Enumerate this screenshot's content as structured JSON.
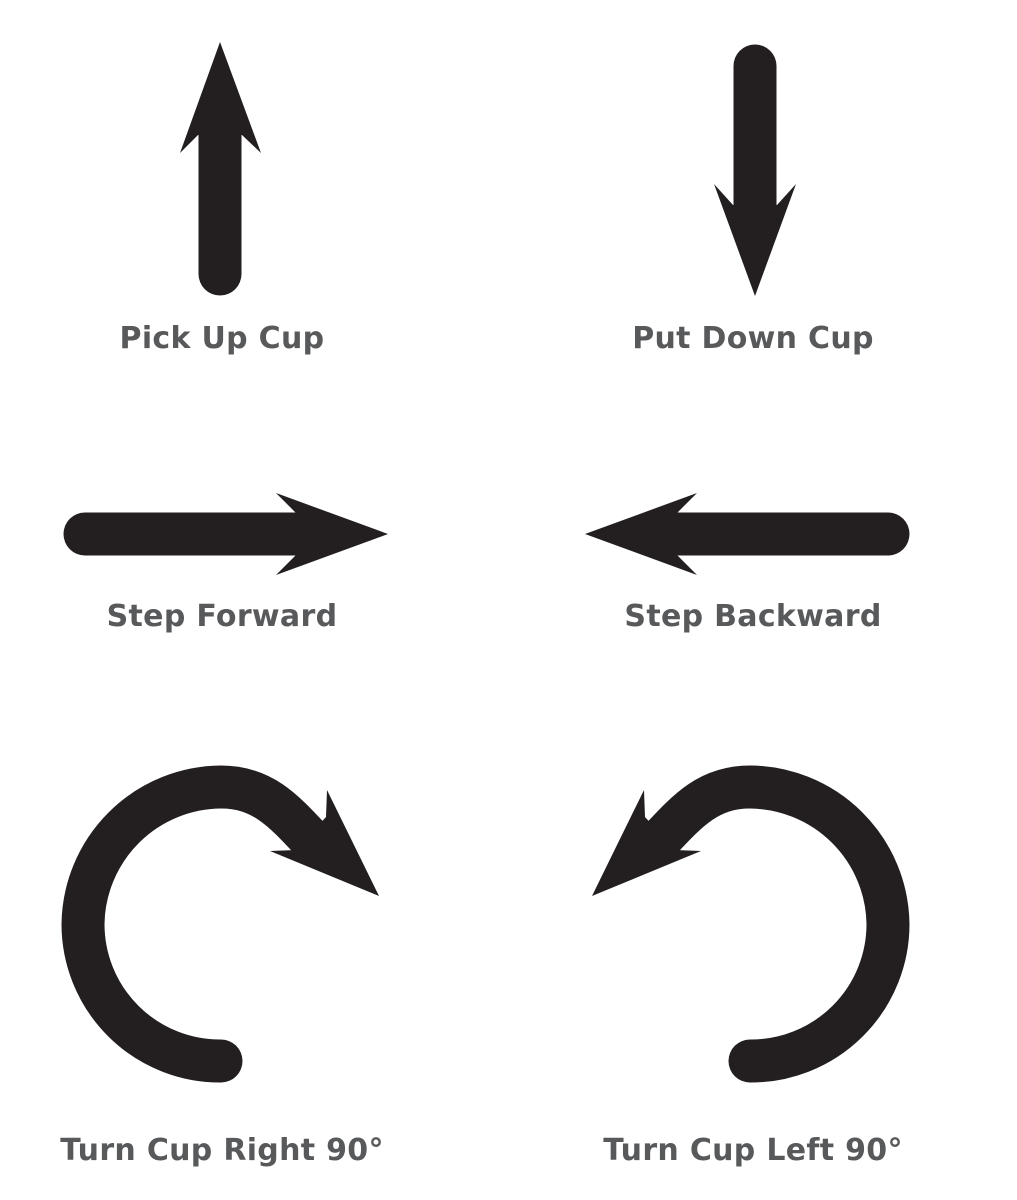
{
  "colors": {
    "arrow": "#231f20",
    "label": "#58595b",
    "background": "#ffffff"
  },
  "commands": [
    {
      "label": "Pick Up Cup",
      "icon": "up-arrow-icon"
    },
    {
      "label": "Put Down Cup",
      "icon": "down-arrow-icon"
    },
    {
      "label": "Step Forward",
      "icon": "right-arrow-icon"
    },
    {
      "label": "Step Backward",
      "icon": "left-arrow-icon"
    },
    {
      "label": "Turn Cup Right 90°",
      "icon": "clockwise-arrow-icon"
    },
    {
      "label": "Turn Cup Left 90°",
      "icon": "counterclockwise-arrow-icon"
    }
  ]
}
